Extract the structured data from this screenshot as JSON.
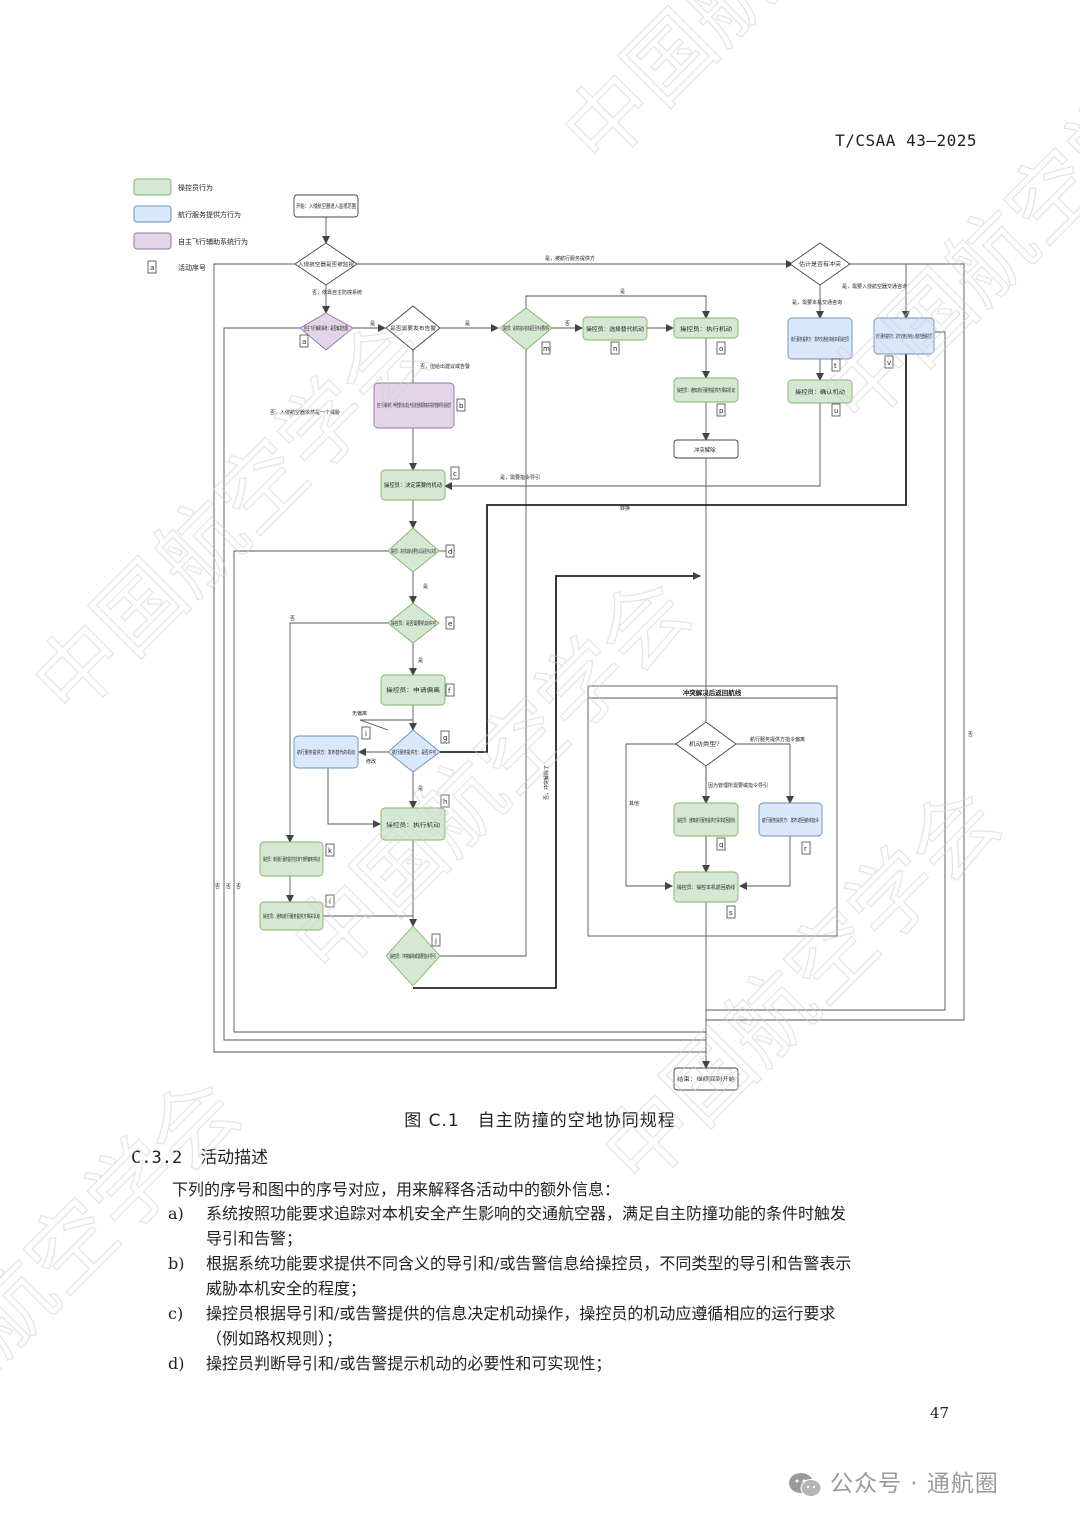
{
  "header": {
    "standard_no": "T/CSAA 43—2025"
  },
  "legend": [
    {
      "label": "操控员行为",
      "color": "#d5e8d4"
    },
    {
      "label": "航行服务提供方行为",
      "color": "#dae8fc"
    },
    {
      "label": "自主飞行辅助系统行为",
      "color": "#e1d5e7"
    },
    {
      "label": "活动序号",
      "symbol": "a"
    }
  ],
  "flow": {
    "nodes": {
      "start": "开始：入侵航空器进入监视范围",
      "d1": "入侵航空器是否被监视",
      "a": "自主飞行辅助系统：是否触发告警",
      "d2": "是否需要发布告警",
      "b": "自主飞行辅助系统：声明告警行动以防止不当及安全距离隔离丧失并提供告警和导引给操控员",
      "c": "操控员：决定需要的机动",
      "d": "操控员：决定机动的必要性以及是否可以实现",
      "e": "操控员：是否需要机动许可",
      "f": "操控员：申请偏离",
      "g": "航行服务提供方：是否许可",
      "h": "操控员：执行机动",
      "i": "航行服务提供方：发布替代的机动",
      "j": "操控员：冲突解除或需要指令导引",
      "k": "操控员：未经航行服务提供方批准下按照偏离并机动",
      "l": "操控员：通知航行服务提供方相关机动",
      "m": "操控员：请求的指令咨询是否且不必要的吗",
      "n": "操控员：选择替代机动",
      "o": "操控员：执行机动",
      "p": "操控员：通知航行服务提供方相关机动",
      "resolved": "冲突解除",
      "d3": "估计是否有冲突",
      "t": "航行服务提供方：发布交通咨询给本机操控员",
      "u": "操控员：确认机动",
      "v": "航行服务提供方：发布交通咨询给入侵航空器操控员",
      "group_title": "冲突解决后返回航线",
      "d4": "机动类型？",
      "q": "操控员：通知航行服务提供方请求返回航线",
      "r": "航行服务提供方：发布返回航线指令",
      "s": "操控员：操控本机返回航线",
      "end": "结束：继续回到开始"
    },
    "tags": {
      "a": "a",
      "b": "b",
      "c": "c",
      "d": "d",
      "e": "e",
      "f": "f",
      "g": "g",
      "h": "h",
      "i": "i",
      "j": "j",
      "k": "k",
      "l": "l",
      "m": "m",
      "n": "n",
      "o": "o",
      "p": "p",
      "q": "q",
      "r": "r",
      "s": "s",
      "t": "t",
      "u": "u",
      "v": "v"
    },
    "edges": {
      "top_yes": "是，被航行服务提供方",
      "d1_no": "否，依靠自主防撞系统",
      "yes": "是",
      "no": "否",
      "d2_no": "否，但给出建议或告警",
      "no_intruder": "否，入侵航空器依然是一个威胁",
      "m_yes": "是，需要指令导引",
      "turn": "转换",
      "no_deviation": "无偏离",
      "modify": "修改",
      "no_conflict": "否，冲突解除了",
      "d3_yes": "是，需要入侵航空器交通咨询",
      "d3_yes2": "是，需要本机交通咨询",
      "atc_dev": "航行服务提供方指令偏离",
      "follow": "因为管理所需要或指令导引",
      "other": "其他"
    }
  },
  "caption": "图 C.1　自主防撞的空地协同规程",
  "section": {
    "number": "C.3.2",
    "title": "活动描述"
  },
  "intro": "下列的序号和图中的序号对应，用来解释各活动中的额外信息：",
  "items": [
    {
      "label": "a)",
      "line1": "系统按照功能要求追踪对本机安全产生影响的交通航空器，满足自主防撞功能的条件时触发",
      "line2": "导引和告警；"
    },
    {
      "label": "b)",
      "line1": "根据系统功能要求提供不同含义的导引和/或告警信息给操控员，不同类型的导引和告警表示",
      "line2": "威胁本机安全的程度；"
    },
    {
      "label": "c)",
      "line1": "操控员根据导引和/或告警提供的信息决定机动操作，操控员的机动应遵循相应的运行要求",
      "line2": "（例如路权规则）；"
    },
    {
      "label": "d)",
      "line1": "操控员判断导引和/或告警提示机动的必要性和可实现性；",
      "line2": ""
    }
  ],
  "page_number": "47",
  "watermark": "中国航空学会",
  "brand": "公众号 · 通航圈"
}
